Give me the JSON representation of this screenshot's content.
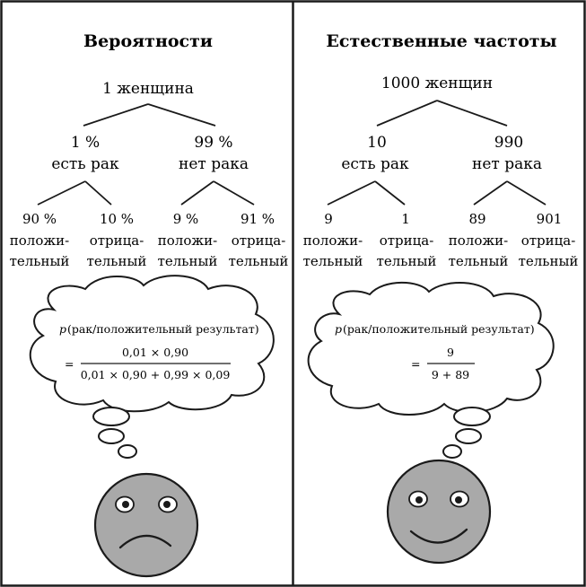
{
  "left_panel": {
    "title": "Вероятности",
    "root": "1 женщина",
    "level1": [
      {
        "value": "1 %",
        "label": "есть рак"
      },
      {
        "value": "99 %",
        "label": "нет рака"
      }
    ],
    "leaves": [
      {
        "value": "90 %",
        "line1": "положи-",
        "line2": "тельный"
      },
      {
        "value": "10 %",
        "line1": "отрица-",
        "line2": "тельный"
      },
      {
        "value": "9 %",
        "line1": "положи-",
        "line2": "тельный"
      },
      {
        "value": "91 %",
        "line1": "отрица-",
        "line2": "тельный"
      }
    ],
    "thought": {
      "p": "p",
      "header": "(рак/положительный результат)",
      "equals": "=",
      "numerator": "0,01 × 0,90",
      "denominator": "0,01 × 0,90 + 0,99 × 0,09"
    },
    "face_mood": "sad"
  },
  "right_panel": {
    "title": "Естественные частоты",
    "root": "1000 женщин",
    "level1": [
      {
        "value": "10",
        "label": "есть рак"
      },
      {
        "value": "990",
        "label": "нет рака"
      }
    ],
    "leaves": [
      {
        "value": "9",
        "line1": "положи-",
        "line2": "тельный"
      },
      {
        "value": "1",
        "line1": "отрица-",
        "line2": "тельный"
      },
      {
        "value": "89",
        "line1": "положи-",
        "line2": "тельный"
      },
      {
        "value": "901",
        "line1": "отрица-",
        "line2": "тельный"
      }
    ],
    "thought": {
      "p": "p",
      "header": "(рак/положительный результат)",
      "equals": "=",
      "numerator": "9",
      "denominator": "9 + 89"
    },
    "face_mood": "happy"
  },
  "colors": {
    "ink": "#1a1a1a",
    "face_fill": "#a9a9a9",
    "background": "#ffffff"
  }
}
